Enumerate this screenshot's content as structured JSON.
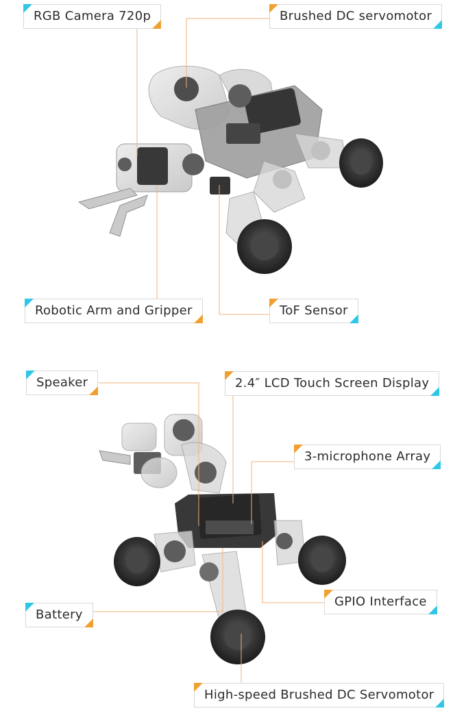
{
  "colors": {
    "accent_cyan": "#2ec7e6",
    "accent_orange": "#f0a030",
    "leader_line": "#f2b27a"
  },
  "figure_top": {
    "labels": {
      "camera": "RGB Camera 720p",
      "servomotor": "Brushed DC servomotor",
      "arm_gripper": "Robotic Arm and Gripper",
      "tof": "ToF Sensor"
    }
  },
  "figure_bottom": {
    "labels": {
      "speaker": "Speaker",
      "lcd": "2.4″ LCD Touch Screen Display",
      "mic": "3-microphone Array",
      "gpio": "GPIO Interface",
      "battery": "Battery",
      "hs_servo": "High-speed Brushed DC Servomotor"
    }
  }
}
